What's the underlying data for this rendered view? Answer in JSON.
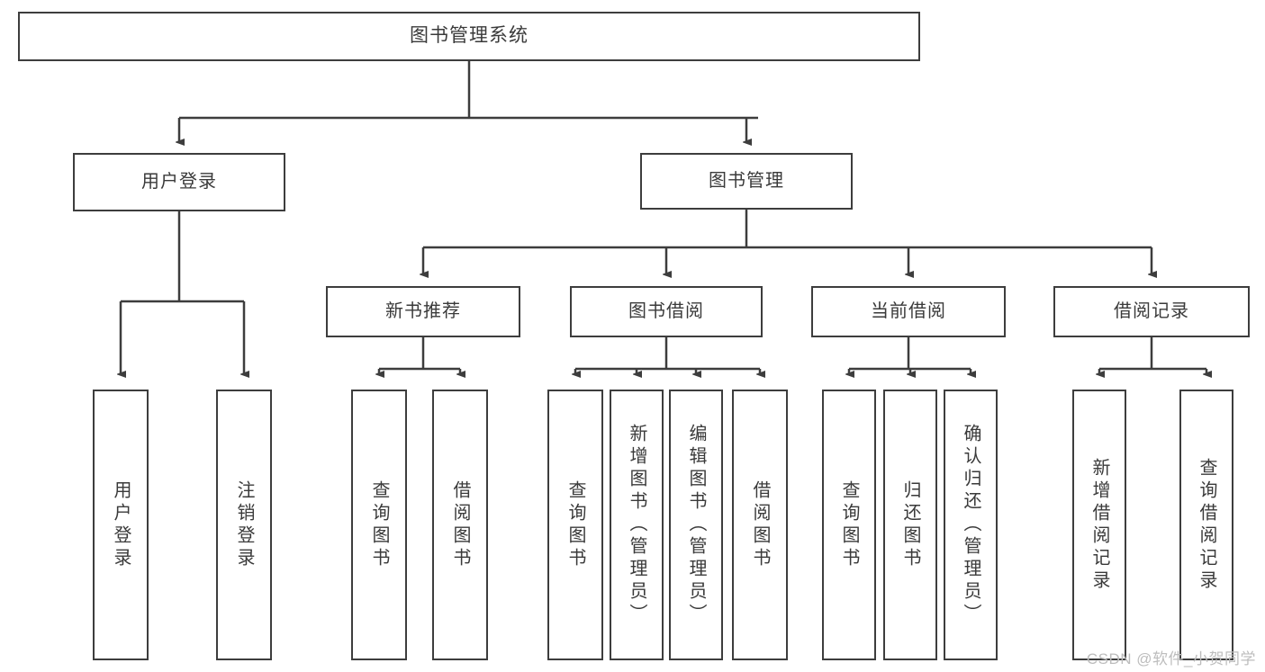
{
  "diagram": {
    "type": "tree",
    "title": "图书管理系统",
    "accent_color": "#3d3d3d",
    "text_color": "#3a3a3a",
    "background": "#ffffff",
    "watermark": "CSDN @软件_小贺同学",
    "nodes": {
      "root": {
        "label": "图书管理系统"
      },
      "level1": [
        {
          "id": "user_login",
          "label": "用户登录"
        },
        {
          "id": "book_manage",
          "label": "图书管理"
        }
      ],
      "level2": [
        {
          "id": "new_book_rec",
          "label": "新书推荐",
          "parent": "book_manage"
        },
        {
          "id": "book_borrow",
          "label": "图书借阅",
          "parent": "book_manage"
        },
        {
          "id": "current_borrow",
          "label": "当前借阅",
          "parent": "book_manage"
        },
        {
          "id": "borrow_record",
          "label": "借阅记录",
          "parent": "book_manage"
        }
      ],
      "leaves": [
        {
          "id": "leaf_user_login",
          "label": "用户登录",
          "parent": "user_login"
        },
        {
          "id": "leaf_user_logout",
          "label": "注销登录",
          "parent": "user_login"
        },
        {
          "id": "leaf_query_book_1",
          "label": "查询图书",
          "parent": "new_book_rec"
        },
        {
          "id": "leaf_borrow_book_1",
          "label": "借阅图书",
          "parent": "new_book_rec"
        },
        {
          "id": "leaf_query_book_2",
          "label": "查询图书",
          "parent": "book_borrow"
        },
        {
          "id": "leaf_add_book",
          "label": "新增图书（管理员）",
          "parent": "book_borrow"
        },
        {
          "id": "leaf_edit_book",
          "label": "编辑图书（管理员）",
          "parent": "book_borrow"
        },
        {
          "id": "leaf_borrow_book_2",
          "label": "借阅图书",
          "parent": "book_borrow"
        },
        {
          "id": "leaf_query_book_3",
          "label": "查询图书",
          "parent": "current_borrow"
        },
        {
          "id": "leaf_return_book",
          "label": "归还图书",
          "parent": "current_borrow"
        },
        {
          "id": "leaf_confirm_return",
          "label": "确认归还（管理员）",
          "parent": "current_borrow"
        },
        {
          "id": "leaf_add_record",
          "label": "新增借阅记录",
          "parent": "borrow_record"
        },
        {
          "id": "leaf_query_record",
          "label": "查询借阅记录",
          "parent": "borrow_record"
        }
      ]
    }
  }
}
